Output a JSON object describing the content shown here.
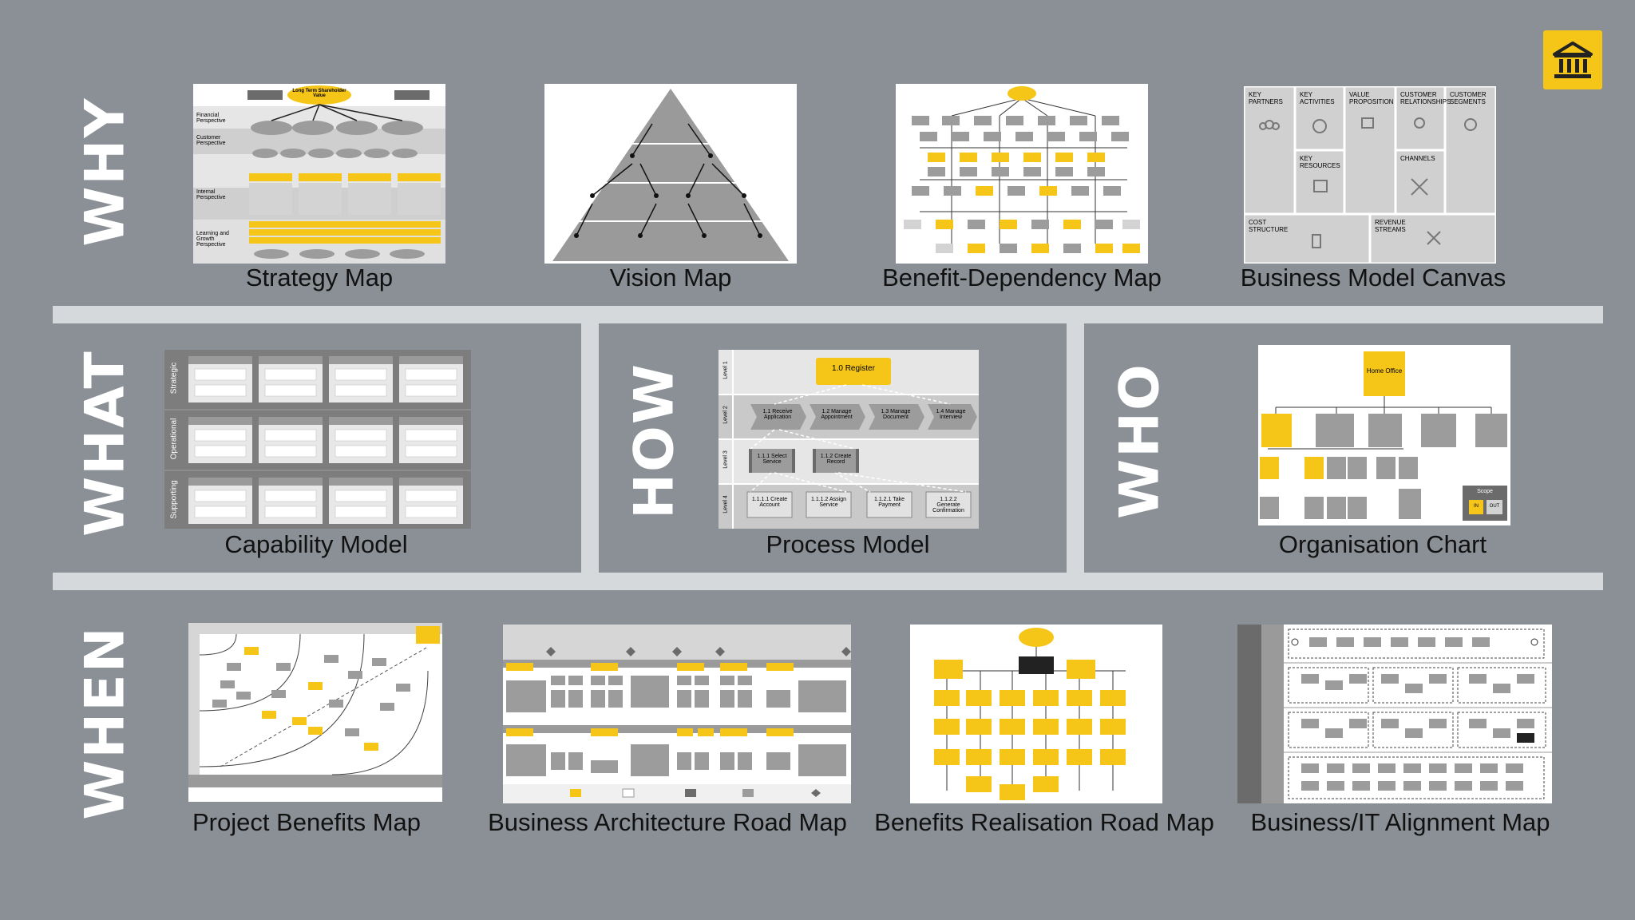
{
  "rows": {
    "why": "WHY",
    "what": "WHAT",
    "how": "HOW",
    "who": "WHO",
    "when": "WHEN"
  },
  "cards": {
    "strategy_map": "Strategy Map",
    "vision_map": "Vision Map",
    "benefit_dependency_map": "Benefit-Dependency Map",
    "business_model_canvas": "Business Model Canvas",
    "capability_model": "Capability Model",
    "process_model": "Process Model",
    "organisation_chart": "Organisation Chart",
    "project_benefits_map": "Project Benefits Map",
    "business_architecture_road_map": "Business Architecture Road Map",
    "benefits_realisation_road_map": "Benefits Realisation Road Map",
    "business_it_alignment_map": "Business/IT Alignment Map"
  },
  "strategy": {
    "top": "Long Term Shareholder Value",
    "perspectives": [
      "Financial Perspective",
      "Customer Perspective",
      "Internal Perspective",
      "Learning and Growth Perspective"
    ]
  },
  "canvas": {
    "key_partners": "KEY PARTNERS",
    "key_activities": "KEY ACTIVITIES",
    "value_proposition": "VALUE PROPOSITION",
    "customer_relationships": "CUSTOMER RELATIONSHIPS",
    "customer_segments": "CUSTOMER SEGMENTS",
    "key_resources": "KEY RESOURCES",
    "channels": "CHANNELS",
    "cost_structure": "COST STRUCTURE",
    "revenue_streams": "REVENUE STREAMS"
  },
  "capability": {
    "bands": [
      "Strategic",
      "Operational",
      "Supporting"
    ]
  },
  "process": {
    "top": "1.0 Register",
    "levels": [
      "Level 1",
      "Level 2",
      "Level 3",
      "Level 4"
    ],
    "l2": [
      "1.1 Receive Application",
      "1.2 Manage Appointment",
      "1.3 Manage Document",
      "1.4 Manage Interview"
    ],
    "l3": [
      "1.1.1 Select Service",
      "1.1.2 Create Record"
    ],
    "l4": [
      "1.1.1.1 Create Account",
      "1.1.1.2 Assign Service",
      "1.1.2.1 Take Payment",
      "1.1.2.2 Generate Confirmation"
    ]
  },
  "org": {
    "head": "Home Office",
    "scope": "Scope",
    "in": "IN",
    "out": "OUT"
  },
  "colors": {
    "background": "#8a9096",
    "band": "#d6d9dc",
    "accent": "#f5c518"
  },
  "icons": [
    "bank-icon"
  ]
}
